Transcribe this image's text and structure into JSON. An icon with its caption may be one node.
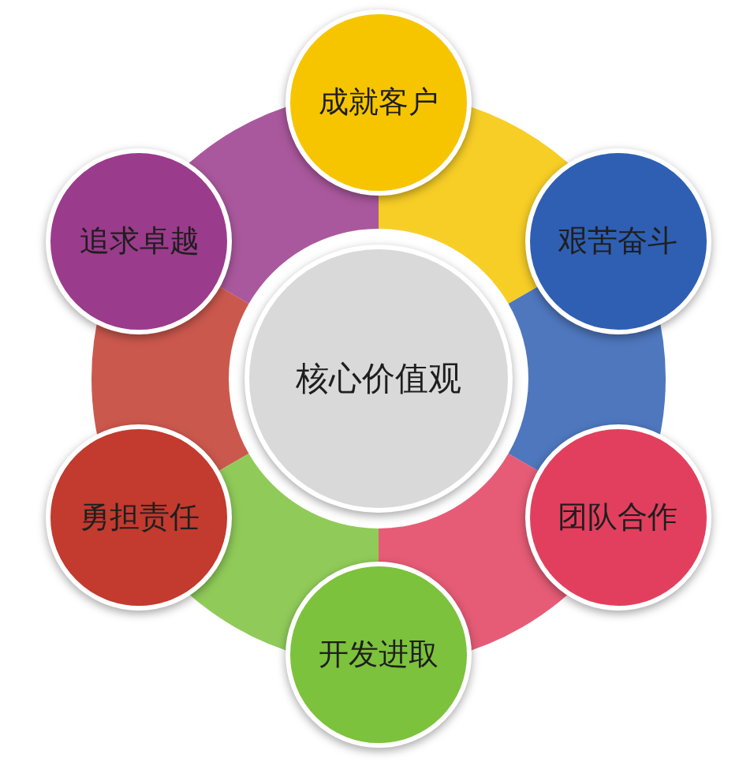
{
  "diagram": {
    "nodes": [
      {
        "text": [
          "成就客户"
        ]
      },
      {
        "text": [
          "追求卓越"
        ]
      },
      {
        "text": [
          "艰苦奋斗"
        ]
      },
      {
        "text": [
          "核心价值观"
        ]
      },
      {
        "text": [
          "勇担责任"
        ]
      },
      {
        "text": [
          "团队合作"
        ]
      },
      {
        "text": [
          "开发进取"
        ]
      }
    ]
  }
}
